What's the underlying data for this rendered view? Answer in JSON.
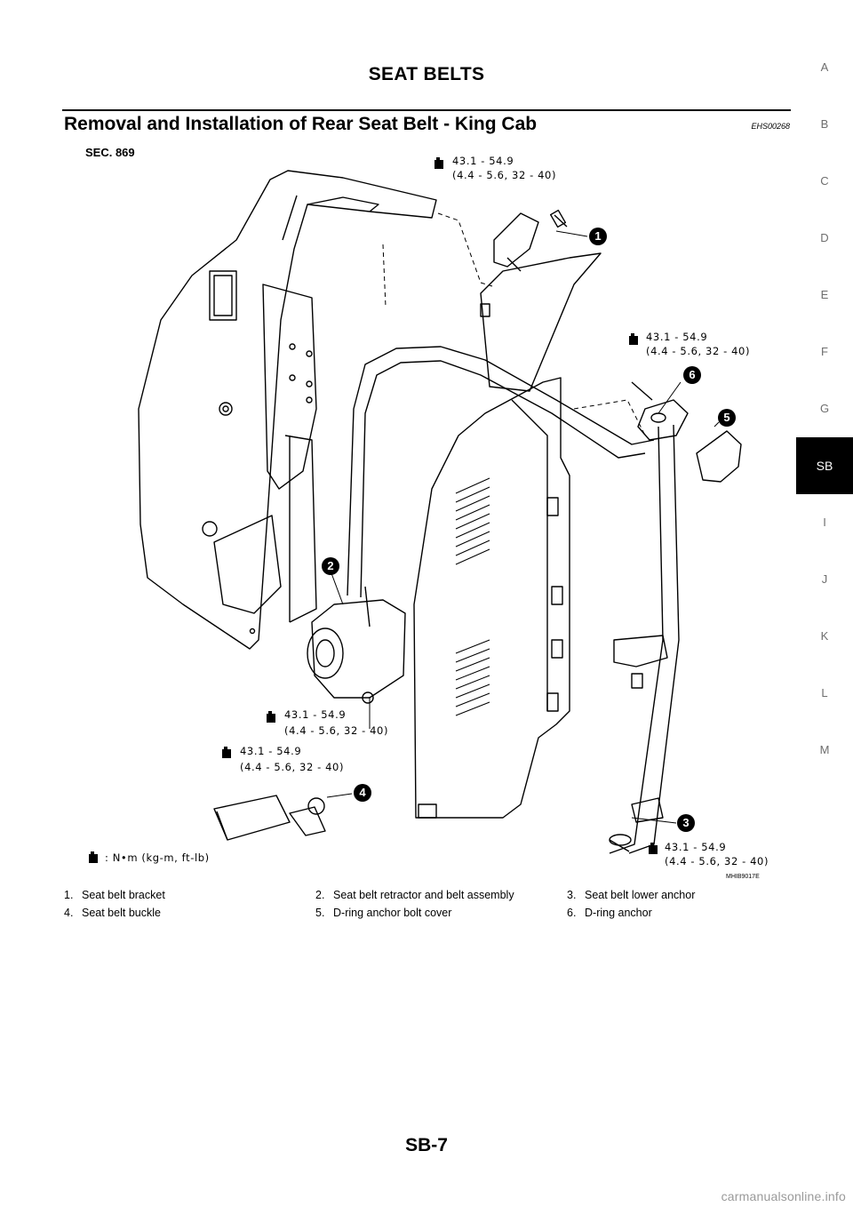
{
  "header": {
    "title": "SEAT BELTS"
  },
  "section": {
    "title": "Removal and Installation of Rear Seat Belt - King Cab",
    "code": "EHS00268"
  },
  "side_tabs": [
    {
      "label": "A",
      "active": false
    },
    {
      "label": "B",
      "active": false
    },
    {
      "label": "C",
      "active": false
    },
    {
      "label": "D",
      "active": false
    },
    {
      "label": "E",
      "active": false
    },
    {
      "label": "F",
      "active": false
    },
    {
      "label": "G",
      "active": false
    },
    {
      "label": "SB",
      "active": true
    },
    {
      "label": "I",
      "active": false
    },
    {
      "label": "J",
      "active": false
    },
    {
      "label": "K",
      "active": false
    },
    {
      "label": "L",
      "active": false
    },
    {
      "label": "M",
      "active": false
    }
  ],
  "figure": {
    "section_label": "SEC. 869",
    "image_code": "MHIB9017E",
    "torque_icon": "torque-wrench-icon",
    "torque_unit_legend": ": N•m (kg-m, ft-lb)",
    "torque_specs": [
      {
        "line1": "43.1 - 54.9",
        "line2": "(4.4 - 5.6, 32 - 40)"
      },
      {
        "line1": "43.1 - 54.9",
        "line2": "(4.4 - 5.6, 32 - 40)"
      },
      {
        "line1": "43.1 - 54.9",
        "line2": "(4.4 - 5.6, 32 - 40)"
      },
      {
        "line1": "43.1 - 54.9",
        "line2": "(4.4 - 5.6, 32 - 40)"
      },
      {
        "line1": "43.1 - 54.9",
        "line2": "(4.4 - 5.6, 32 - 40)"
      }
    ],
    "callouts": [
      "1",
      "2",
      "3",
      "4",
      "5",
      "6"
    ]
  },
  "legend": [
    {
      "num": "1.",
      "text": "Seat belt bracket"
    },
    {
      "num": "2.",
      "text": "Seat belt retractor and belt assembly"
    },
    {
      "num": "3.",
      "text": "Seat belt lower anchor"
    },
    {
      "num": "4.",
      "text": "Seat belt buckle"
    },
    {
      "num": "5.",
      "text": "D-ring anchor bolt cover"
    },
    {
      "num": "6.",
      "text": "D-ring anchor"
    }
  ],
  "footer": {
    "page_number": "SB-7"
  },
  "watermark": "carmanualsonline.info"
}
